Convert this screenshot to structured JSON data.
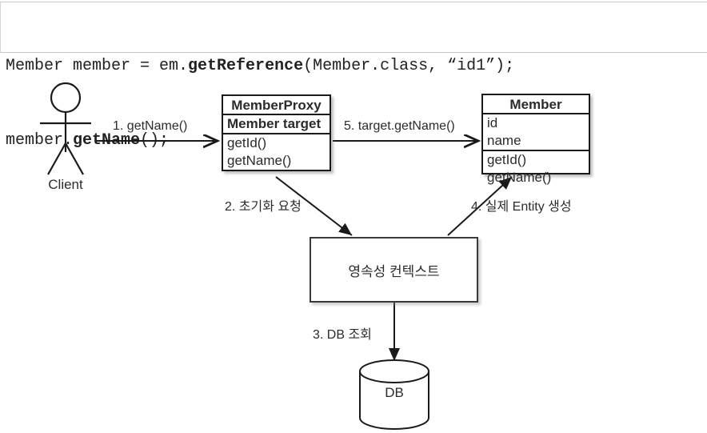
{
  "code_snippet": {
    "line1_part1": "Member member = em.",
    "line1_bold": "getReference",
    "line1_part2": "(Member.class, “id1”);",
    "line2_part1": "member.",
    "line2_bold": "getName",
    "line2_part2": "();"
  },
  "diagram": {
    "actor": {
      "label": "Client",
      "icon": "stick-figure-actor-icon"
    },
    "member_proxy": {
      "title": "MemberProxy",
      "attributes": [
        "Member target"
      ],
      "operations": [
        "getId()",
        "getName()"
      ]
    },
    "member": {
      "title": "Member",
      "attributes": [
        "id",
        "name"
      ],
      "operations": [
        "getId()",
        "getName()"
      ]
    },
    "persistence_context": {
      "label": "영속성 컨텍스트"
    },
    "database": {
      "label": "DB",
      "icon": "database-cylinder-icon"
    },
    "edges": [
      {
        "id": "edge-1",
        "label": "1. getName()",
        "from": "client",
        "to": "member-proxy"
      },
      {
        "id": "edge-2",
        "label": "2. 초기화 요청",
        "from": "member-proxy",
        "to": "persistence-context"
      },
      {
        "id": "edge-3",
        "label": "3. DB 조회",
        "from": "persistence-context",
        "to": "database"
      },
      {
        "id": "edge-4",
        "label": "4. 실제 Entity 생성",
        "from": "persistence-context",
        "to": "member"
      },
      {
        "id": "edge-5",
        "label": "5. target.getName()",
        "from": "member-proxy",
        "to": "member"
      }
    ]
  },
  "colors": {
    "stroke": "#1a1a1a",
    "text": "#2b2b2b",
    "background": "#ffffff",
    "code_border": "#c8c8c8"
  }
}
